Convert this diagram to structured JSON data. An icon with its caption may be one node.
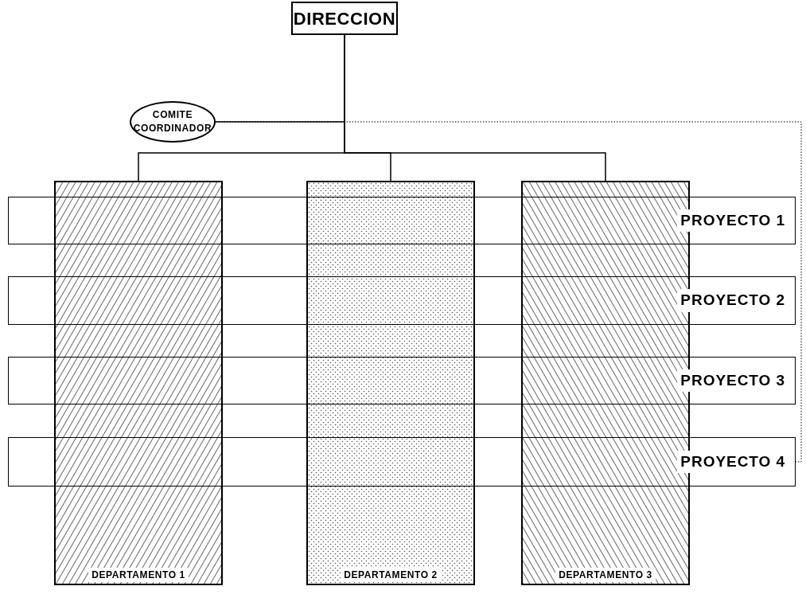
{
  "diagram": {
    "nodes": [
      {
        "text": [
          "DIRECCION"
        ]
      },
      {
        "text": [
          "COMITE COORDINADOR"
        ]
      },
      {
        "text": [
          "DEPARTAMENTO 1"
        ]
      },
      {
        "text": [
          "DEPARTAMENTO 2"
        ]
      },
      {
        "text": [
          "DEPARTAMENTO 3"
        ]
      },
      {
        "text": [
          "PROYECTO 1"
        ]
      },
      {
        "text": [
          "PROYECTO 2"
        ]
      },
      {
        "text": [
          "PROYECTO 3"
        ]
      },
      {
        "text": [
          "PROYECTO 4"
        ]
      }
    ],
    "edges": [
      {
        "from": 0,
        "to": 2,
        "arrow": "none"
      },
      {
        "from": 0,
        "to": 3,
        "arrow": "none"
      },
      {
        "from": 0,
        "to": 4,
        "arrow": "none"
      },
      {
        "from": 1,
        "to": 0,
        "arrow": "none"
      },
      {
        "from": 1,
        "to": 8,
        "arrow": "none",
        "style": "dashed"
      }
    ]
  }
}
